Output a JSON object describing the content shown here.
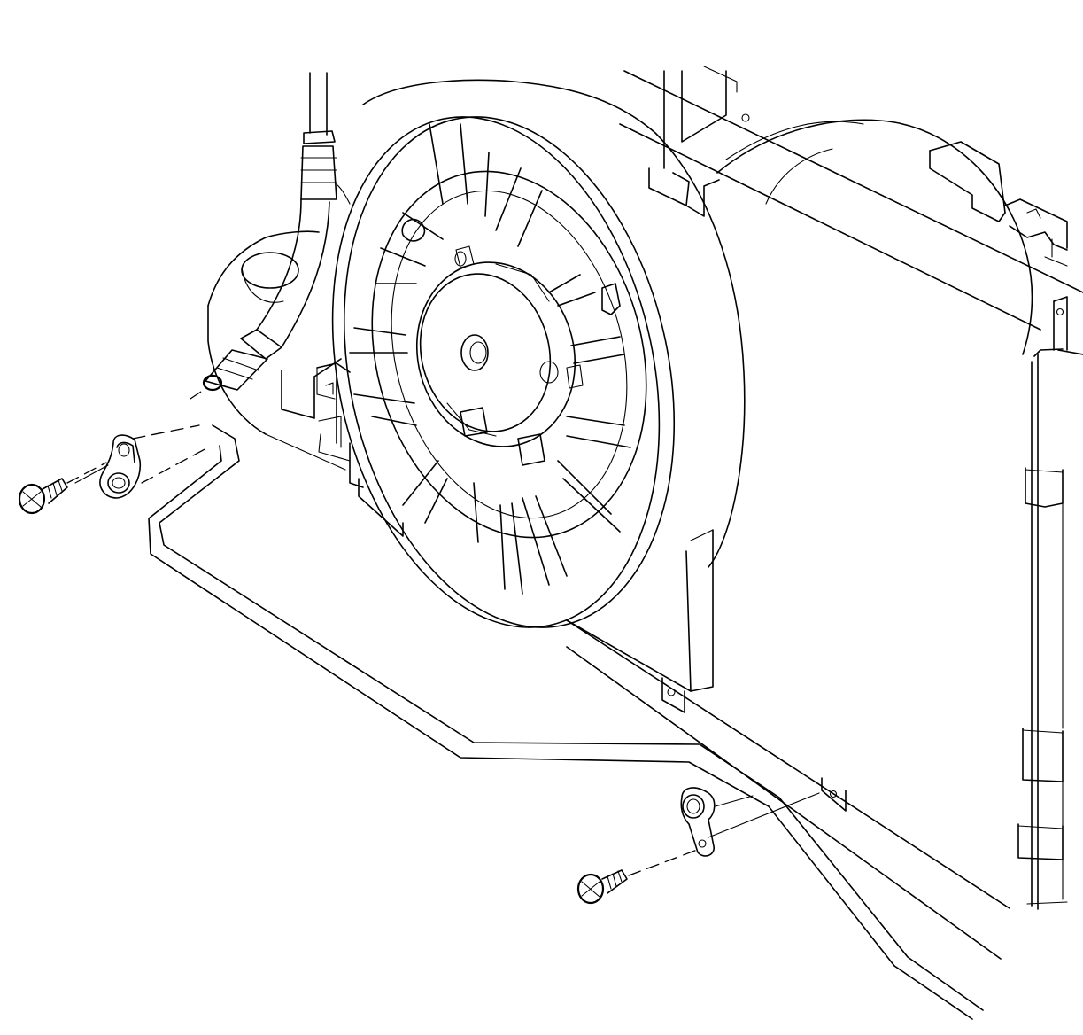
{
  "diagram": {
    "background": "#ffffff",
    "stroke": "#000000",
    "parts": [
      "radiator",
      "radiator-side-tank",
      "fan-shroud",
      "cooling-fan",
      "fan-motor-hub",
      "second-fan-shroud",
      "condenser-tube",
      "hose-fitting",
      "tube-clip-left",
      "tube-clip-right",
      "clip-screw-left",
      "clip-screw-right"
    ]
  }
}
